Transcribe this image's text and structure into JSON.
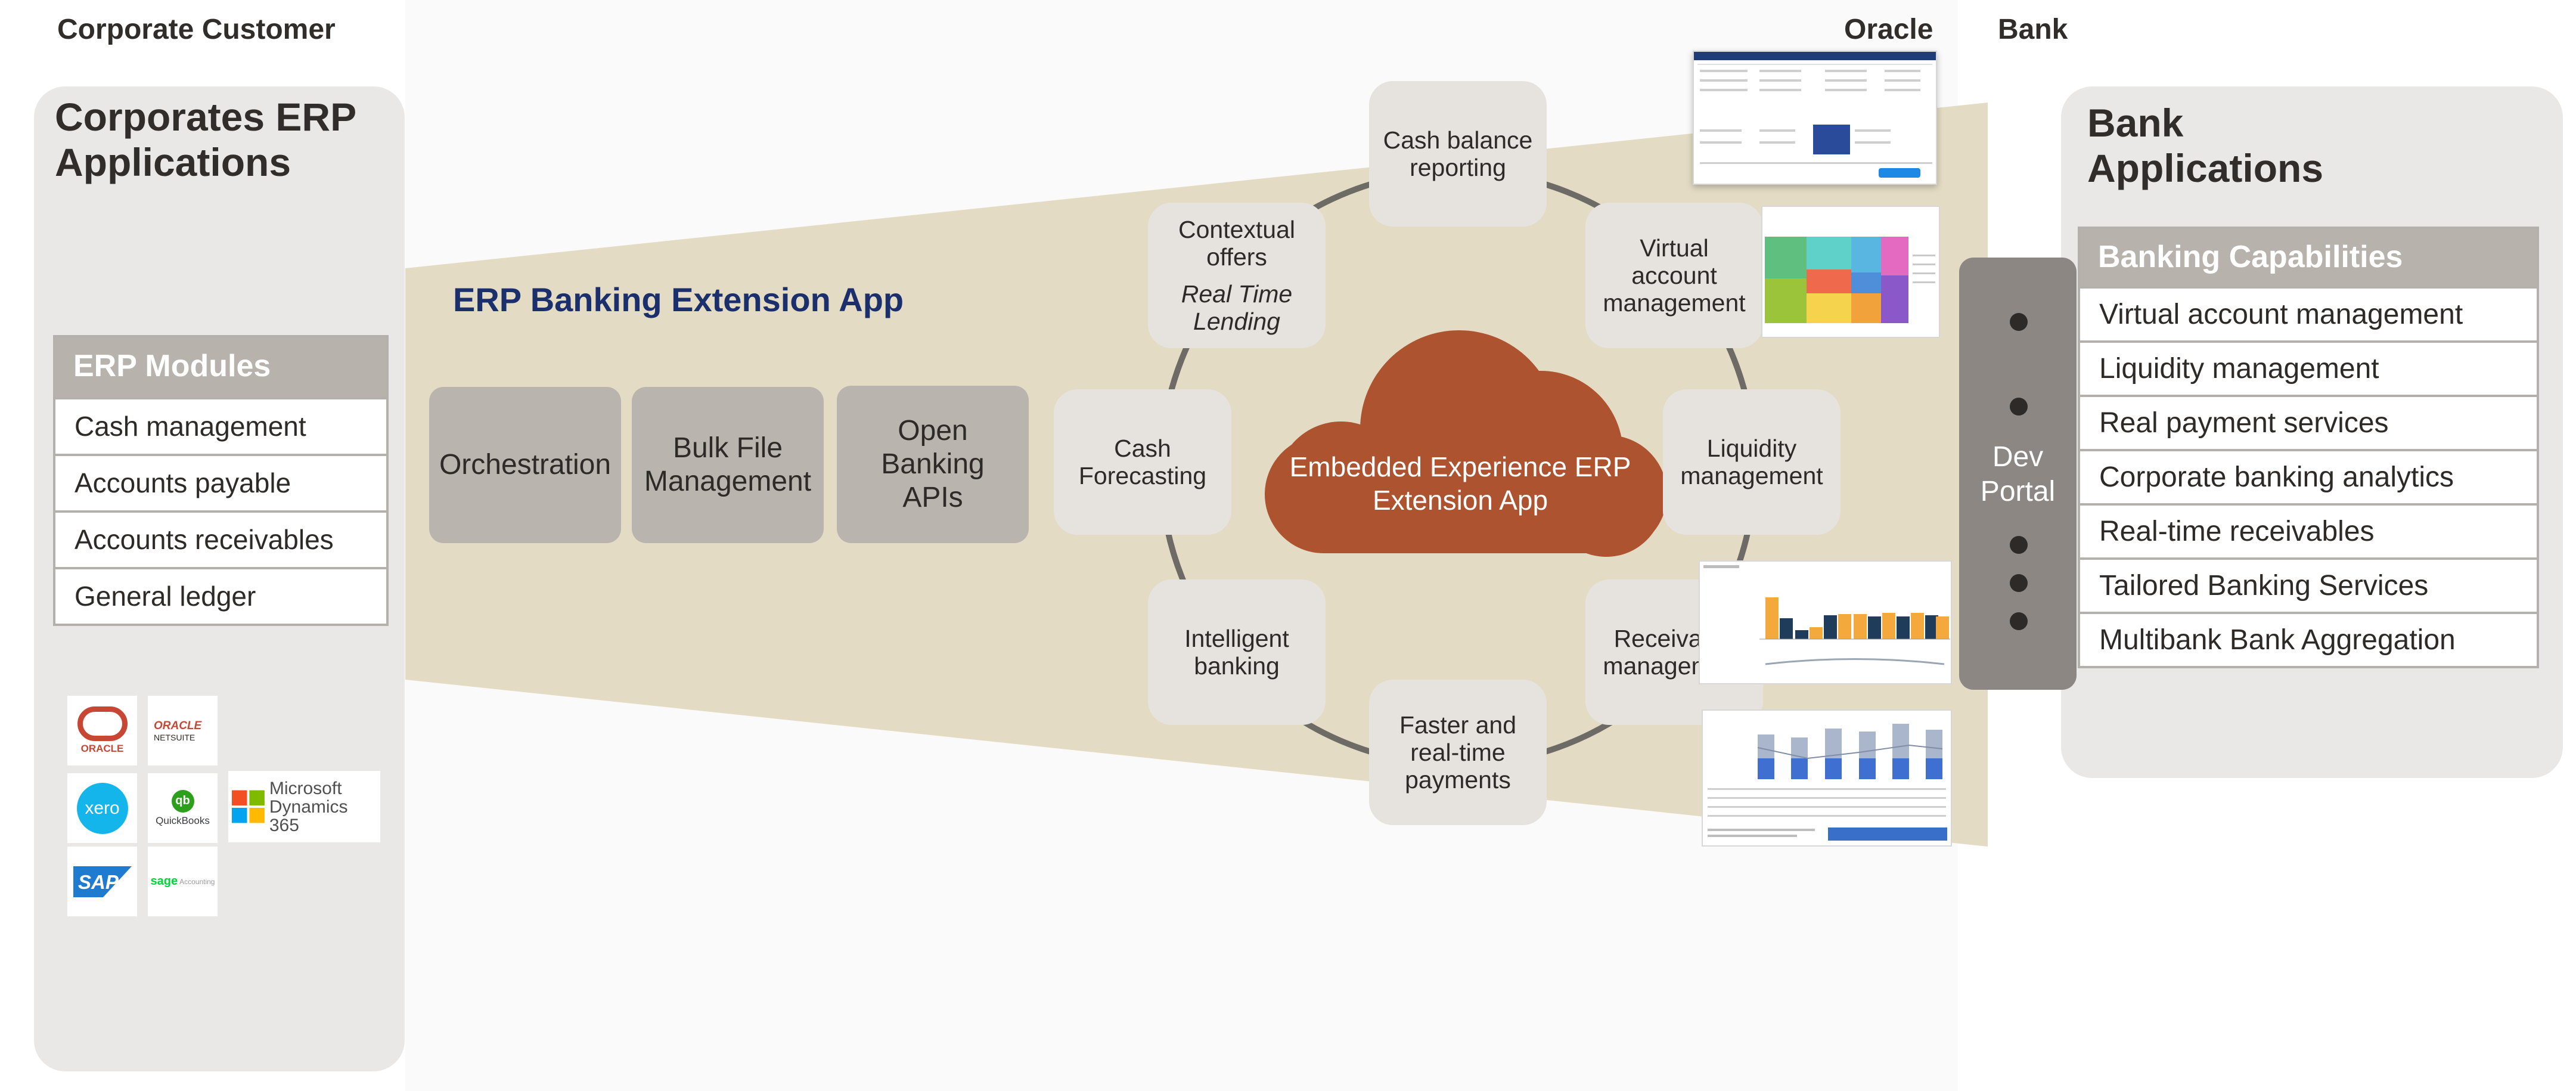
{
  "headers": {
    "corporate": "Corporate Customer",
    "oracle": "Oracle",
    "bank": "Bank"
  },
  "corporate_panel": {
    "title_line1": "Corporates ERP",
    "title_line2": "Applications",
    "modules_header": "ERP Modules",
    "modules": [
      "Cash management",
      "Accounts payable",
      "Accounts receivables",
      "General ledger"
    ],
    "logos": {
      "oracle": "ORACLE",
      "netsuite_top": "ORACLE",
      "netsuite_bottom": "NETSUITE",
      "xero": "xero",
      "quickbooks": "QuickBooks",
      "microsoft_line1": "Microsoft",
      "microsoft_line2": "Dynamics 365",
      "sap": "SAP",
      "sage": "sage",
      "sage_suffix": "Accounting"
    }
  },
  "oracle_area": {
    "app_title": "ERP Banking Extension App",
    "blocks": [
      {
        "line1": "Orchestration",
        "line2": "",
        "line3": ""
      },
      {
        "line1": "Bulk File",
        "line2": "Management",
        "line3": ""
      },
      {
        "line1": "Open",
        "line2": "Banking",
        "line3": "APIs"
      }
    ],
    "cloud_line1": "Embedded Experience ERP",
    "cloud_line2": "Extension App",
    "nodes": {
      "cash_balance": [
        "Cash balance",
        "reporting"
      ],
      "virtual_account": [
        "Virtual",
        "account",
        "management"
      ],
      "liquidity": [
        "Liquidity",
        "management"
      ],
      "receivable": [
        "Receivable",
        "management"
      ],
      "faster_payments": [
        "Faster and",
        "real-time",
        "payments"
      ],
      "intelligent": [
        "Intelligent",
        "banking"
      ],
      "cash_forecasting": [
        "Cash",
        "Forecasting"
      ],
      "contextual_offers": [
        "Contextual",
        "offers"
      ],
      "real_time_lending": [
        "Real Time",
        "Lending"
      ]
    }
  },
  "bank_panel": {
    "dev_portal_line1": "Dev",
    "dev_portal_line2": "Portal",
    "title_line1": "Bank",
    "title_line2": "Applications",
    "capabilities_header": "Banking Capabilities",
    "capabilities": [
      "Virtual account management",
      "Liquidity management",
      "Real payment services",
      "Corporate banking analytics",
      "Real-time receivables",
      "Tailored Banking Services",
      "Multibank Bank Aggregation"
    ]
  },
  "colors": {
    "funnel": "#e3dbc3",
    "cloud": "#ad5330",
    "app_title": "#1a2f6b",
    "dev_portal": "#8c8783",
    "table_header": "#b7b2ac",
    "panel": "#e9e8e6",
    "node": "#e6e3de",
    "block": "#bab4ae"
  },
  "icons": [
    "oracle-logo",
    "netsuite-logo",
    "xero-logo",
    "quickbooks-logo",
    "microsoft-logo",
    "sap-logo",
    "sage-logo",
    "cloud-shape",
    "connector-dot"
  ]
}
